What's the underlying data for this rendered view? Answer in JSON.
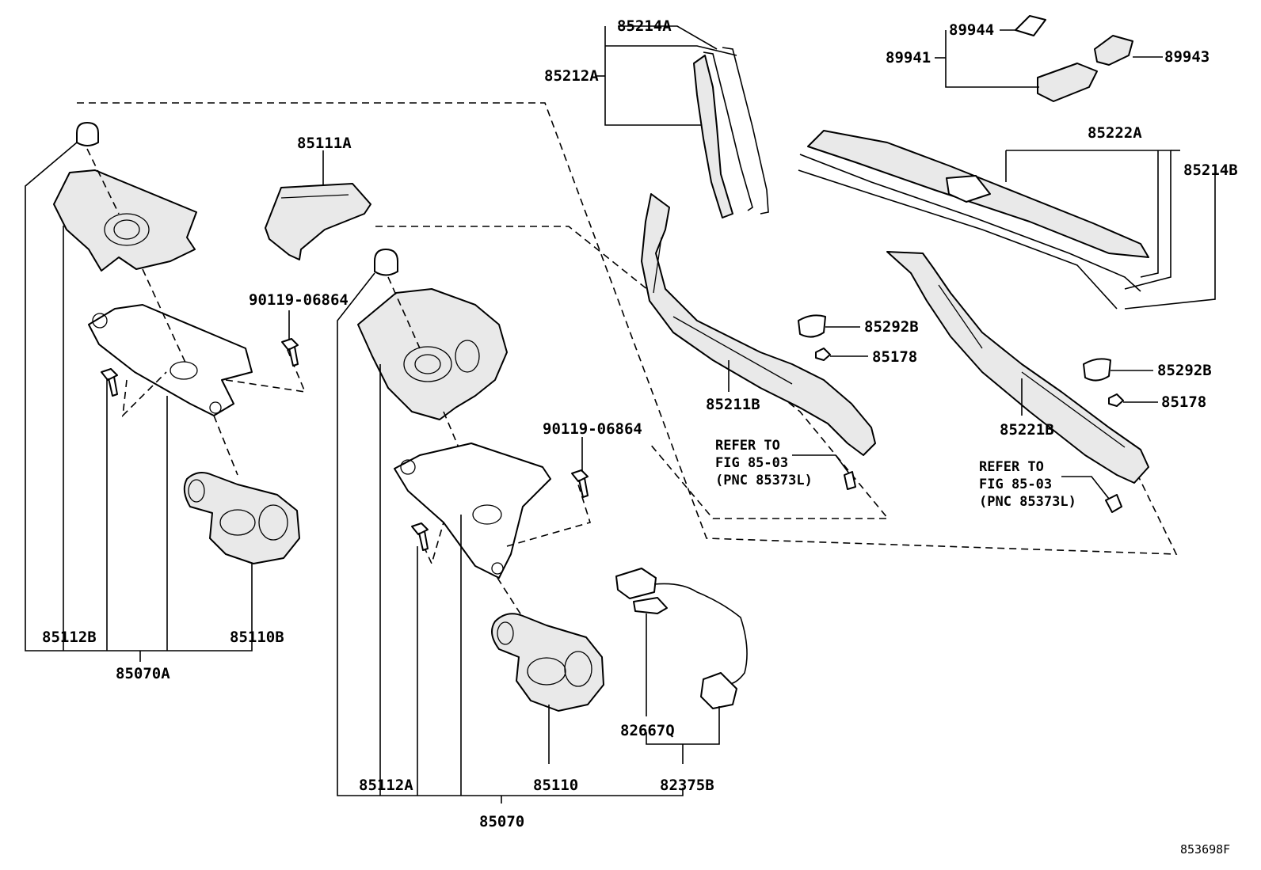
{
  "diagram": {
    "labels": [
      "85214A",
      "85212A",
      "89944",
      "89941",
      "89943",
      "85222A",
      "85214B",
      "85111A",
      "90119-06864",
      "85292B",
      "85178",
      "85211B",
      "85292B",
      "85178",
      "85221B",
      "90119-06864",
      "85112B",
      "85110B",
      "85070A",
      "85112A",
      "85110",
      "82667Q",
      "82375B",
      "85070"
    ],
    "refer_notes": [
      {
        "line1": "REFER TO",
        "line2": "FIG 85-03",
        "line3": "(PNC 85373L)"
      },
      {
        "line1": "REFER TO",
        "line2": "FIG 85-03",
        "line3": "(PNC 85373L)"
      }
    ],
    "figure_code": "853698F"
  }
}
